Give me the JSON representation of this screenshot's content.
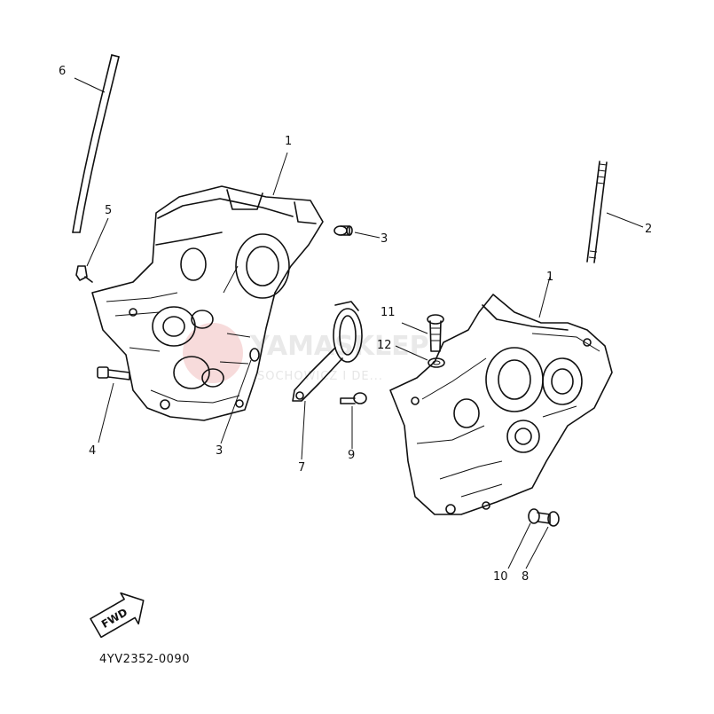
{
  "diagram": {
    "drawing_code": "4YV2352-0090",
    "fwd_label": "FWD",
    "watermark": {
      "text": "YAMASKLEP",
      "subtext": "SOCHOWICZ I DE..."
    },
    "callouts": [
      {
        "id": "c1a",
        "label": "1"
      },
      {
        "id": "c1b",
        "label": "1"
      },
      {
        "id": "c2",
        "label": "2"
      },
      {
        "id": "c3a",
        "label": "3"
      },
      {
        "id": "c3b",
        "label": "3"
      },
      {
        "id": "c4",
        "label": "4"
      },
      {
        "id": "c5",
        "label": "5"
      },
      {
        "id": "c6",
        "label": "6"
      },
      {
        "id": "c7",
        "label": "7"
      },
      {
        "id": "c8",
        "label": "8"
      },
      {
        "id": "c9",
        "label": "9"
      },
      {
        "id": "c10",
        "label": "10"
      },
      {
        "id": "c11",
        "label": "11"
      },
      {
        "id": "c12",
        "label": "12"
      }
    ],
    "colors": {
      "ink": "#111111",
      "background": "#ffffff",
      "watermark": "#e9e9e9",
      "watermark_logo": "#f2c6c6"
    }
  }
}
